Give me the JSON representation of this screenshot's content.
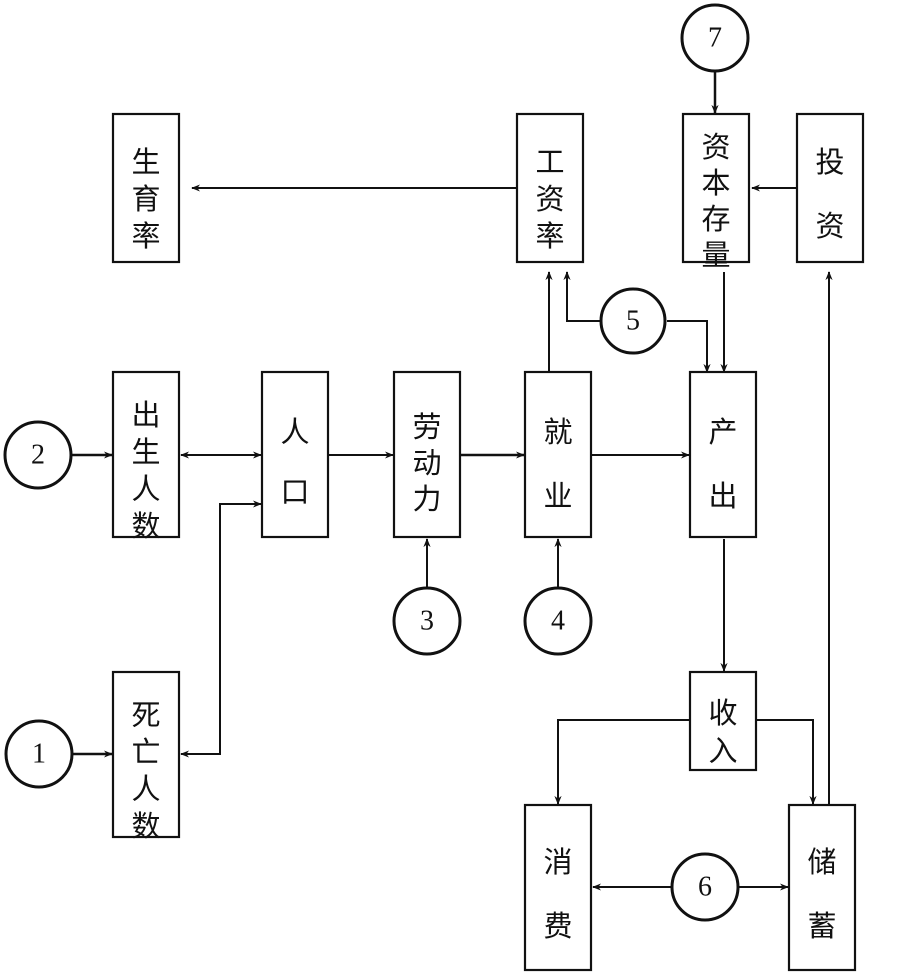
{
  "diagram": {
    "title": "",
    "boxes": {
      "birth_rate": "生育率",
      "wage_rate": "工资率",
      "capital_stock": "资本存量",
      "investment": "投资",
      "births": "出生人数",
      "population": "人口",
      "labor_force": "劳动力",
      "employment": "就业",
      "output": "产出",
      "deaths": "死亡人数",
      "income": "收入",
      "consumption": "消费",
      "savings": "储蓄"
    },
    "circles": {
      "c1": "1",
      "c2": "2",
      "c3": "3",
      "c4": "4",
      "c5": "5",
      "c6": "6",
      "c7": "7"
    },
    "edges": [
      {
        "from": "wage_rate",
        "to": "birth_rate"
      },
      {
        "from": "c7",
        "to": "capital_stock"
      },
      {
        "from": "investment",
        "to": "capital_stock"
      },
      {
        "from": "c2",
        "to": "births"
      },
      {
        "from": "births",
        "to": "population",
        "bidirectional": true
      },
      {
        "from": "deaths",
        "to": "population",
        "bidirectional": true
      },
      {
        "from": "c1",
        "to": "deaths"
      },
      {
        "from": "population",
        "to": "labor_force"
      },
      {
        "from": "c3",
        "to": "labor_force"
      },
      {
        "from": "labor_force",
        "to": "employment"
      },
      {
        "from": "c4",
        "to": "employment"
      },
      {
        "from": "employment",
        "to": "wage_rate"
      },
      {
        "from": "c5",
        "to": "wage_rate"
      },
      {
        "from": "c5",
        "to": "output"
      },
      {
        "from": "employment",
        "to": "output"
      },
      {
        "from": "capital_stock",
        "to": "output"
      },
      {
        "from": "output",
        "to": "income"
      },
      {
        "from": "income",
        "to": "consumption"
      },
      {
        "from": "income",
        "to": "savings"
      },
      {
        "from": "c6",
        "to": "consumption"
      },
      {
        "from": "c6",
        "to": "savings"
      },
      {
        "from": "savings",
        "to": "investment"
      }
    ]
  }
}
